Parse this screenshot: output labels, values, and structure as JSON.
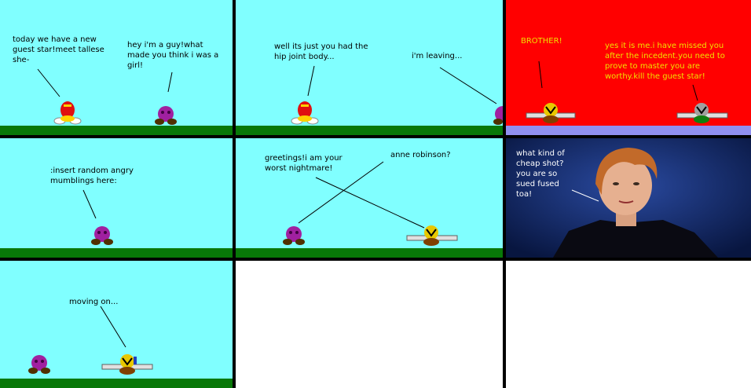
{
  "panels": [
    {
      "id": "p1",
      "bubbles": [
        "today we have a new guest star!meet tallese she-",
        "hey i'm a guy!what made you think i was a girl!"
      ]
    },
    {
      "id": "p2",
      "bubbles": [
        "well its just you had the hip joint body...",
        "i'm leaving..."
      ]
    },
    {
      "id": "p3",
      "bubbles": [
        "BROTHER!",
        "yes it is me.i have missed you after the incedent.you need to prove to master you are worthy.kill the guest star!"
      ]
    },
    {
      "id": "p4",
      "bubbles": [
        ":insert random angry mumblings here:"
      ]
    },
    {
      "id": "p5",
      "bubbles": [
        "greetings!i am your worst nightmare!",
        "anne robinson?"
      ]
    },
    {
      "id": "p6",
      "bubbles": [
        "what kind of cheap shot?you are so sued fused toa!"
      ]
    },
    {
      "id": "p7",
      "bubbles": [
        "moving on..."
      ]
    }
  ],
  "colors": {
    "sky": "#80ffff",
    "ground": "#087808",
    "red_bg": "#ff0000",
    "purple_ground": "#9090f0",
    "tv_bg": "#0a1a50"
  }
}
